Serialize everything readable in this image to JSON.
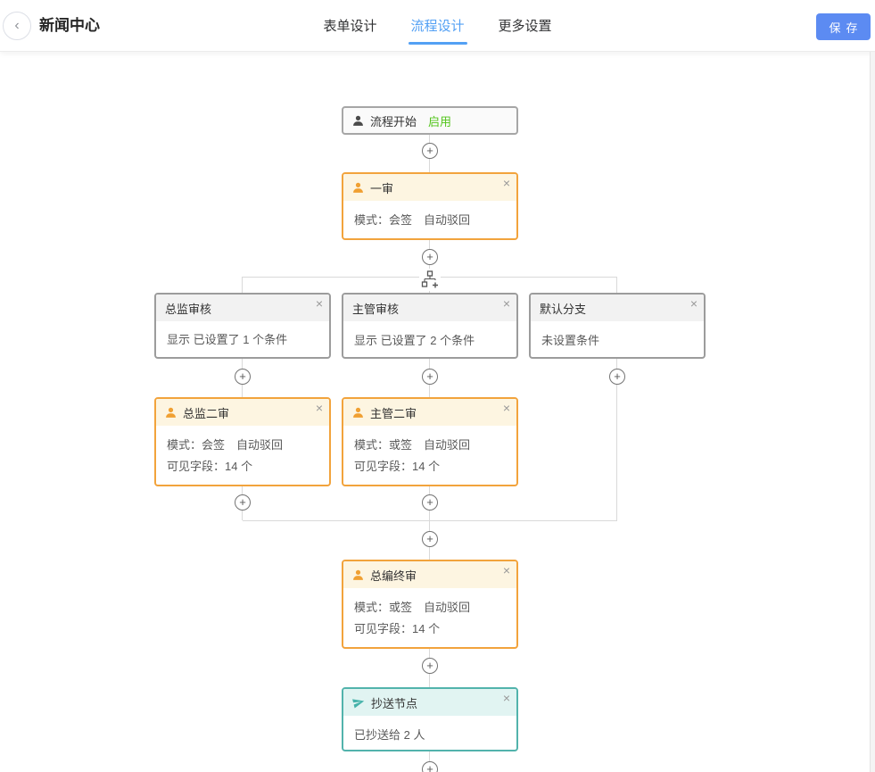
{
  "header": {
    "back_icon": "‹",
    "title": "新闻中心",
    "tabs": [
      {
        "label": "表单设计",
        "active": false
      },
      {
        "label": "流程设计",
        "active": true
      },
      {
        "label": "更多设置",
        "active": false
      }
    ],
    "save_label": "保存"
  },
  "icons": {
    "close": "×",
    "plus": "+"
  },
  "colors": {
    "accent_blue": "#53a0f4",
    "save_button_blue": "#5c8bf2",
    "approval_border_orange": "#f2a33c",
    "approval_header_cream": "#fdf5e1",
    "condition_border_gray": "#9c9c9c",
    "cc_border_teal": "#52b3ac",
    "cc_header_teal": "#e1f4f2",
    "enabled_green": "#52c41a",
    "connector_gray": "#d9d9d9"
  },
  "flow": {
    "nodes": {
      "start": {
        "title": "流程开始",
        "badge": "启用"
      },
      "first_review": {
        "title": "一审",
        "line1": "模式：会签　自动驳回"
      },
      "director_branch": {
        "title": "总监审核",
        "line1": "显示 已设置了 1 个条件"
      },
      "supervisor_branch": {
        "title": "主管审核",
        "line1": "显示 已设置了 2 个条件"
      },
      "default_branch": {
        "title": "默认分支",
        "line1": "未设置条件"
      },
      "director_second": {
        "title": "总监二审",
        "line1": "模式：会签　自动驳回",
        "line2": "可见字段：14 个"
      },
      "supervisor_second": {
        "title": "主管二审",
        "line1": "模式：或签　自动驳回",
        "line2": "可见字段：14 个"
      },
      "final_review": {
        "title": "总编终审",
        "line1": "模式：或签　自动驳回",
        "line2": "可见字段：14 个"
      },
      "cc_node": {
        "title": "抄送节点",
        "line1": "已抄送给 2 人"
      }
    }
  }
}
